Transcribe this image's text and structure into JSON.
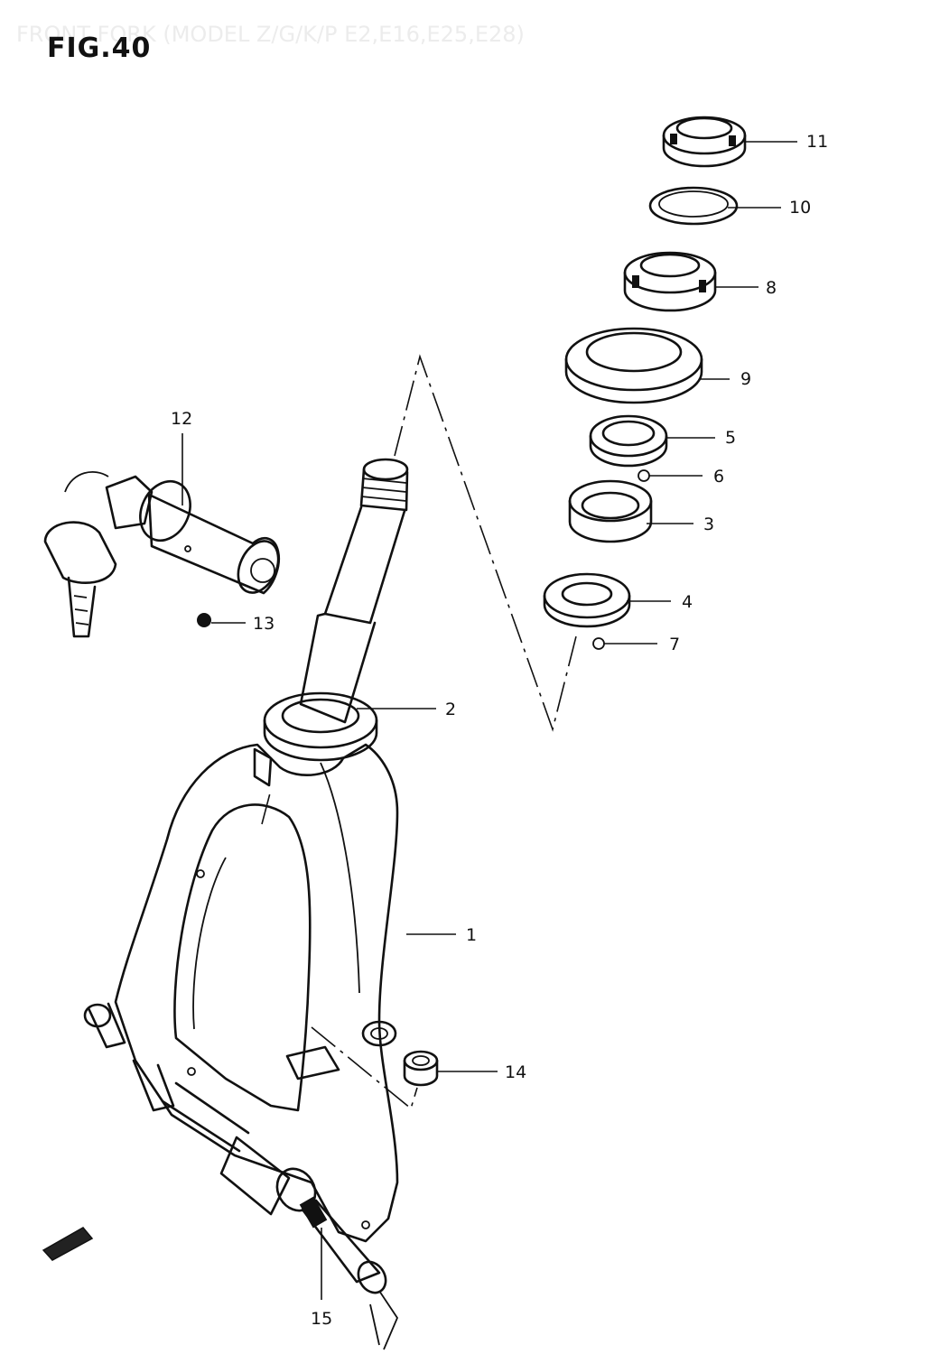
{
  "header": {
    "title": "FRONT FORK (MODEL Z/G/K/P E2,E16,E25,E28)",
    "figure_label": "FIG.40"
  },
  "callouts": [
    "1",
    "2",
    "3",
    "4",
    "5",
    "6",
    "7",
    "8",
    "9",
    "10",
    "11",
    "12",
    "13",
    "14",
    "15"
  ],
  "colors": {
    "ink": "#111111",
    "background": "#ffffff"
  }
}
